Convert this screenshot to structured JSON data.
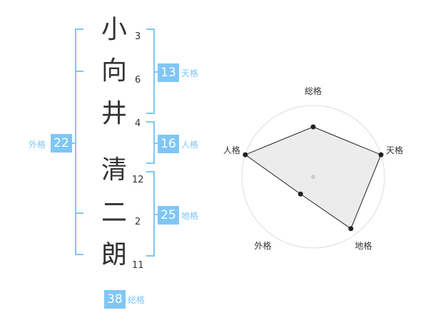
{
  "name_chars": [
    {
      "char": "小",
      "strokes": "3"
    },
    {
      "char": "向",
      "strokes": "6"
    },
    {
      "char": "井",
      "strokes": "4"
    },
    {
      "char": "清",
      "strokes": "12"
    },
    {
      "char": "二",
      "strokes": "2"
    },
    {
      "char": "朗",
      "strokes": "11"
    }
  ],
  "fortunes": {
    "tenkaku": {
      "value": "13",
      "label": "天格"
    },
    "jinkaku": {
      "value": "16",
      "label": "人格"
    },
    "chikaku": {
      "value": "25",
      "label": "地格"
    },
    "gaikaku": {
      "value": "22",
      "label": "外格"
    },
    "soukaku": {
      "value": "38",
      "label": "総格"
    }
  },
  "colors": {
    "accent": "#7fc6f6",
    "text": "#333333"
  },
  "chart_data": {
    "type": "radar",
    "axes": [
      "総格",
      "天格",
      "地格",
      "外格",
      "人格"
    ],
    "max": 5,
    "values": [
      3.5,
      5,
      4.5,
      1.5,
      5
    ]
  }
}
